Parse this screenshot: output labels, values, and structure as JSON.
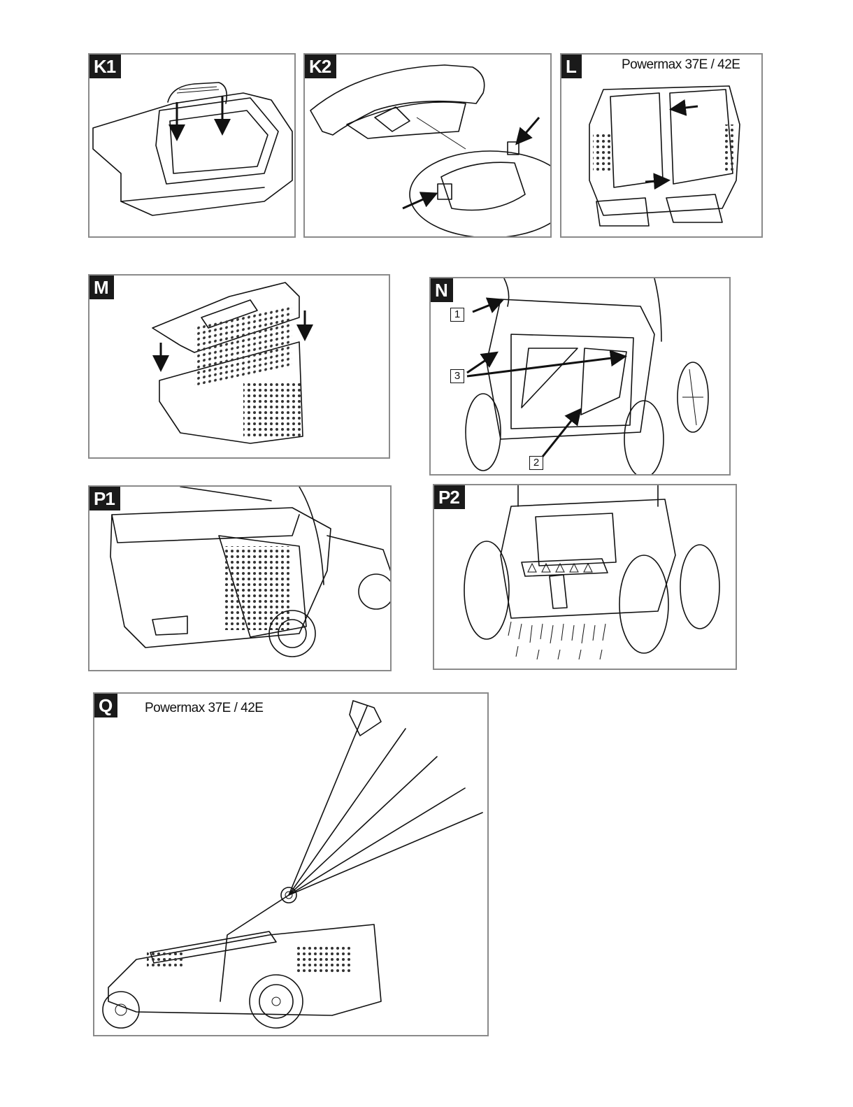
{
  "panels": {
    "k1": {
      "label": "K1"
    },
    "k2": {
      "label": "K2"
    },
    "l": {
      "label": "L",
      "caption": "Powermax 37E / 42E"
    },
    "m": {
      "label": "M"
    },
    "n": {
      "label": "N",
      "callouts": [
        "1",
        "2",
        "3"
      ]
    },
    "p1": {
      "label": "P1"
    },
    "p2": {
      "label": "P2",
      "warning_strip": "warning-symbols"
    },
    "q": {
      "label": "Q",
      "caption": "Powermax 37E / 42E"
    }
  }
}
